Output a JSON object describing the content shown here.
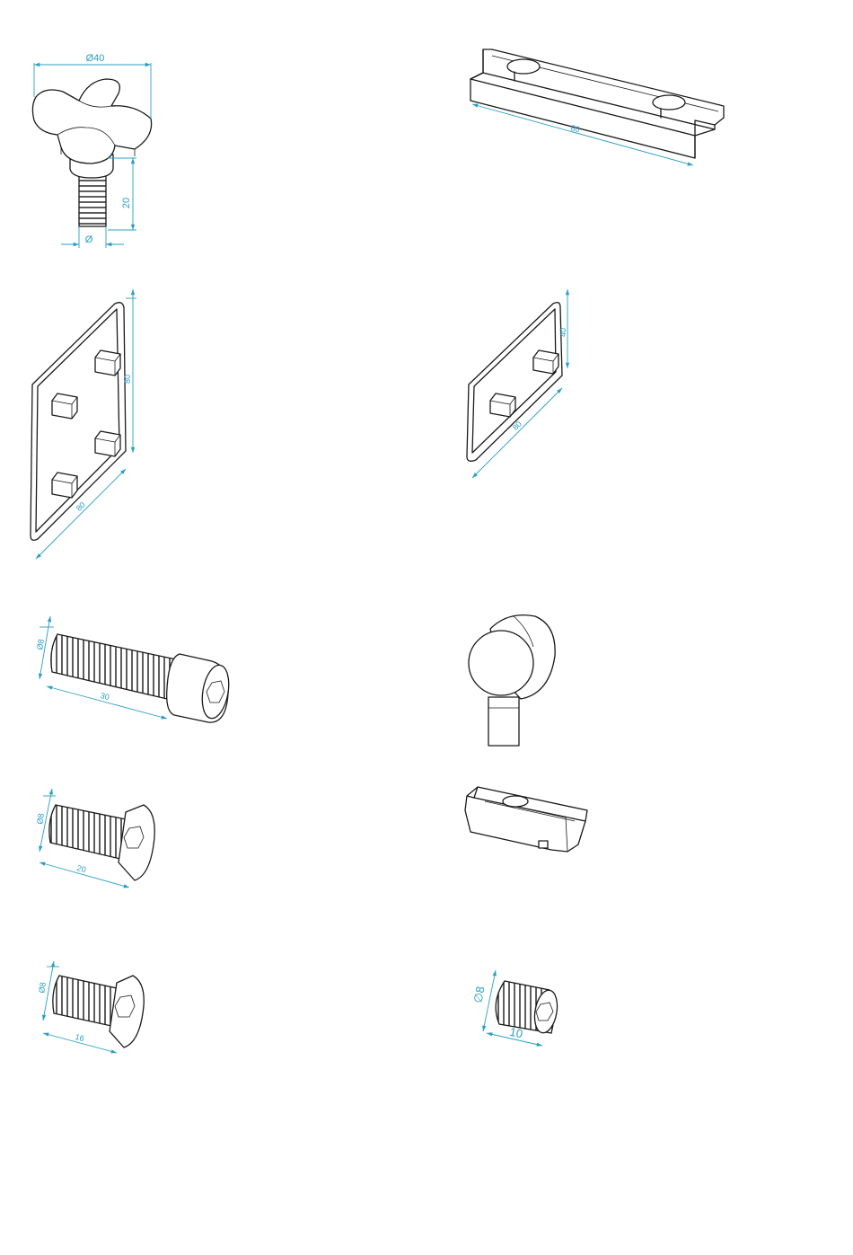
{
  "colors": {
    "line": "#1a1a1a",
    "dimension": "#2a9fc4",
    "background": "#ffffff"
  },
  "parts": [
    {
      "id": "star-knob",
      "icon": "star-knob-icon",
      "dimensions": [
        "Ø40",
        "20",
        "Ø"
      ]
    },
    {
      "id": "slot-bar",
      "icon": "slot-bar-icon",
      "dimensions": [
        "80"
      ]
    },
    {
      "id": "end-cap-square",
      "icon": "end-cap-square-icon",
      "dimensions": [
        "80",
        "80"
      ]
    },
    {
      "id": "end-cap-rect",
      "icon": "end-cap-rect-icon",
      "dimensions": [
        "40",
        "80"
      ]
    },
    {
      "id": "socket-cap-screw",
      "icon": "socket-cap-screw-icon",
      "dimensions": [
        "Ø8",
        "30"
      ]
    },
    {
      "id": "hammer-nut",
      "icon": "hammer-nut-icon",
      "dimensions": []
    },
    {
      "id": "countersunk-screw-20",
      "icon": "countersunk-screw-icon",
      "dimensions": [
        "Ø8",
        "20"
      ]
    },
    {
      "id": "slot-nut",
      "icon": "slot-nut-icon",
      "dimensions": []
    },
    {
      "id": "countersunk-screw-16",
      "icon": "countersunk-screw-icon",
      "dimensions": [
        "Ø8",
        "16"
      ]
    },
    {
      "id": "set-screw",
      "icon": "set-screw-icon",
      "dimensions": [
        "∅8",
        "10"
      ]
    }
  ]
}
